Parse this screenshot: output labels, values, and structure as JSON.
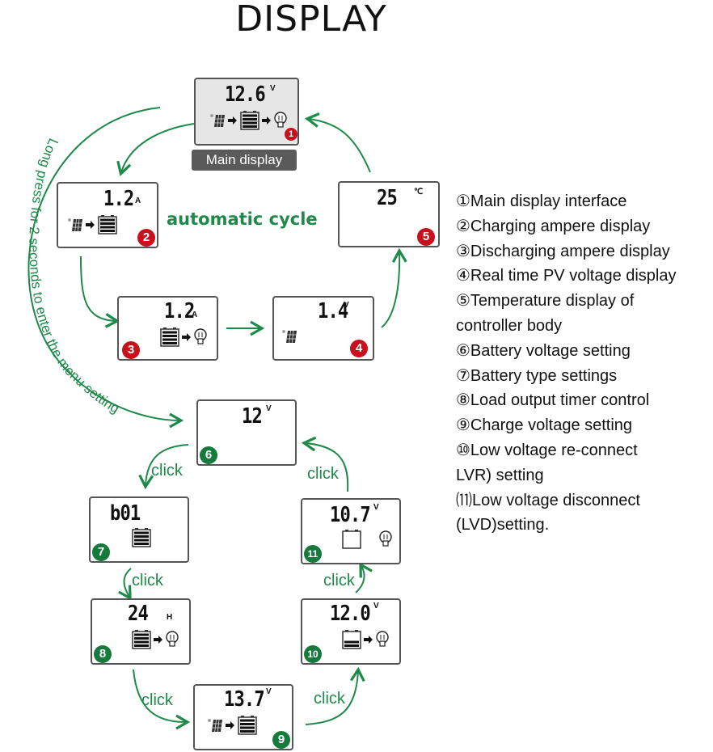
{
  "title": "DISPLAY",
  "main_label": "Main display",
  "automatic_cycle_label": "automatic cycle",
  "long_press_text": "Long press for 2 seconds to enter the menu setting",
  "click_label": "click",
  "colors": {
    "green": "#1e8a4a",
    "red_badge": "#c8111c",
    "green_badge": "#157a3c",
    "main_bg": "#e6e6e6"
  },
  "screens": [
    {
      "id": "1",
      "reading": "12.6",
      "unit": "V",
      "icons": [
        "solar-panel-icon",
        "arrow-icon",
        "battery-full-icon",
        "arrow-icon",
        "bulb-icon"
      ],
      "badge_color": "red"
    },
    {
      "id": "2",
      "reading": "1.2",
      "unit": "A",
      "icons": [
        "solar-panel-icon",
        "arrow-icon",
        "battery-full-icon"
      ],
      "badge_color": "red"
    },
    {
      "id": "3",
      "reading": "1.2",
      "unit": "A",
      "icons": [
        "battery-full-icon",
        "arrow-icon",
        "bulb-icon"
      ],
      "badge_color": "red"
    },
    {
      "id": "4",
      "reading": "1.4",
      "unit": "V",
      "icons": [
        "solar-panel-icon"
      ],
      "badge_color": "red"
    },
    {
      "id": "5",
      "reading": "25",
      "unit": "℃",
      "icons": [],
      "badge_color": "red"
    },
    {
      "id": "6",
      "reading": "12",
      "unit": "V",
      "icons": [],
      "badge_color": "green"
    },
    {
      "id": "7",
      "reading": "b01",
      "unit": "",
      "icons": [
        "battery-full-icon"
      ],
      "badge_color": "green"
    },
    {
      "id": "8",
      "reading": "24",
      "unit": "H",
      "icons": [
        "battery-full-icon",
        "arrow-icon",
        "bulb-icon"
      ],
      "badge_color": "green"
    },
    {
      "id": "9",
      "reading": "13.7",
      "unit": "V",
      "icons": [
        "solar-panel-icon",
        "arrow-icon",
        "battery-full-icon"
      ],
      "badge_color": "green"
    },
    {
      "id": "10",
      "reading": "12.0",
      "unit": "V",
      "icons": [
        "battery-low-icon",
        "arrow-icon",
        "bulb-icon"
      ],
      "badge_color": "green"
    },
    {
      "id": "11",
      "reading": "10.7",
      "unit": "V",
      "icons": [
        "battery-empty-icon",
        "bulb-icon"
      ],
      "badge_color": "green"
    }
  ],
  "legend": [
    "①Main display interface",
    "②Charging ampere display",
    "③Discharging ampere display",
    "④Real time PV voltage display",
    "⑤Temperature display of",
    "controller body",
    "⑥Battery voltage setting",
    "⑦Battery type settings",
    "⑧Load output timer control",
    "⑨Charge voltage setting",
    "⑩Low voltage re-connect",
    "LVR) setting",
    "⑾Low voltage disconnect",
    "(LVD)setting."
  ]
}
